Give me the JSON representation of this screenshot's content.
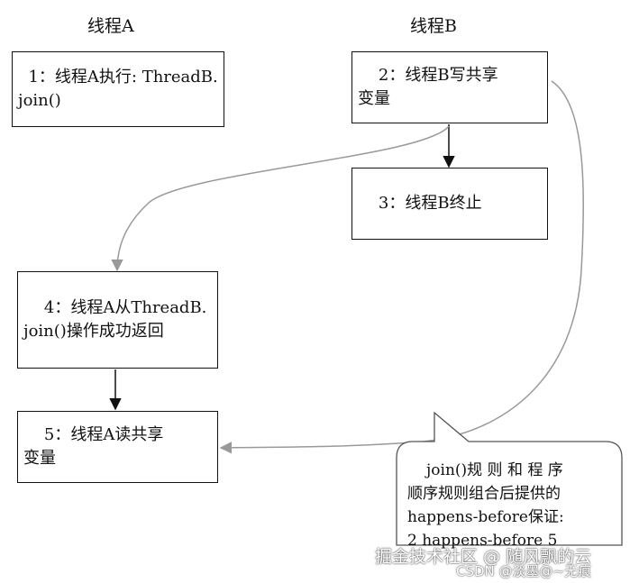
{
  "headers": {
    "thread_a": "线程A",
    "thread_b": "线程B"
  },
  "boxes": [
    {
      "id": "box-1",
      "lines": [
        "  1：线程A执行: ThreadB.",
        "join()"
      ]
    },
    {
      "id": "box-2",
      "lines": [
        "    2：线程B写共享",
        "变量"
      ]
    },
    {
      "id": "box-3",
      "lines": [
        "    3：线程B终止"
      ]
    },
    {
      "id": "box-4",
      "lines": [
        "    4：线程A从ThreadB.",
        "join()操作成功返回"
      ]
    },
    {
      "id": "box-5",
      "lines": [
        "    5：线程A读共享",
        "变量"
      ]
    }
  ],
  "note": {
    "lines": [
      "join()规 则 和 程 序",
      "顺序规则组合后提供的",
      "happens-before保证:",
      "2 happens-before 5"
    ]
  },
  "watermarks": {
    "juejin": "掘金技术社区 @ 随风飘的云",
    "csdn": "CSDN @淡墨@~无痕"
  },
  "colors": {
    "box_border": "#111111",
    "flow_arrow": "#111111",
    "cross_arrow": "#999999",
    "note_border": "#555555",
    "watermark": "#ffffff"
  }
}
